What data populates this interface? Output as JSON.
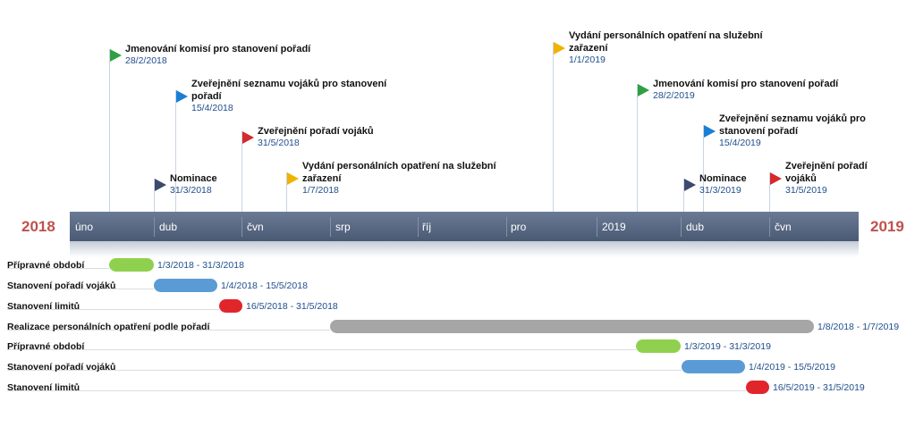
{
  "timeline": {
    "start_year_label": "2018",
    "end_year_label": "2019",
    "scale_labels": [
      "úno",
      "dub",
      "čvn",
      "srp",
      "říj",
      "pro",
      "2019",
      "dub",
      "čvn"
    ]
  },
  "milestones": [
    {
      "title": "Jmenování komisí pro stanovení pořadí",
      "date": "28/2/2018",
      "color": "#2ea043"
    },
    {
      "title": "Zveřejnění seznamu vojáků pro stanovení pořadí",
      "date": "15/4/2018",
      "color": "#1a7fd4"
    },
    {
      "title": "Zveřejnění pořadí vojáků",
      "date": "31/5/2018",
      "color": "#d42a2a"
    },
    {
      "title": "Vydání personálních opatření na služební zařazení",
      "date": "1/7/2018",
      "color": "#f0b400"
    },
    {
      "title": "Nominace",
      "date": "31/3/2018",
      "color": "#3c4a6b"
    },
    {
      "title": "Vydání personálních opatření na služební zařazení",
      "date": "1/1/2019",
      "color": "#f0b400"
    },
    {
      "title": "Jmenování komisí pro stanovení pořadí",
      "date": "28/2/2019",
      "color": "#2ea043"
    },
    {
      "title": "Zveřejnění seznamu vojáků pro stanovení pořadí",
      "date": "15/4/2019",
      "color": "#1a7fd4"
    },
    {
      "title": "Nominace",
      "date": "31/3/2019",
      "color": "#3c4a6b"
    },
    {
      "title": "Zveřejnění pořadí vojáků",
      "date": "31/5/2019",
      "color": "#d42a2a"
    }
  ],
  "tasks": [
    {
      "label": "Přípravné období",
      "range": "1/3/2018 - 31/3/2018",
      "color": "#8fd14f"
    },
    {
      "label": "Stanovení pořadí vojáků",
      "range": "1/4/2018 - 15/5/2018",
      "color": "#5b9bd5"
    },
    {
      "label": "Stanovení limitů",
      "range": "16/5/2018 - 31/5/2018",
      "color": "#e0262b"
    },
    {
      "label": "Realizace personálních opatření podle pořadí",
      "range": "1/8/2018 - 1/7/2019",
      "color": "#a6a6a6"
    },
    {
      "label": "Přípravné období",
      "range": "1/3/2019 - 31/3/2019",
      "color": "#8fd14f"
    },
    {
      "label": "Stanovení pořadí vojáků",
      "range": "1/4/2019 - 15/5/2019",
      "color": "#5b9bd5"
    },
    {
      "label": "Stanovení limitů",
      "range": "16/5/2019 - 31/5/2019",
      "color": "#e0262b"
    }
  ]
}
